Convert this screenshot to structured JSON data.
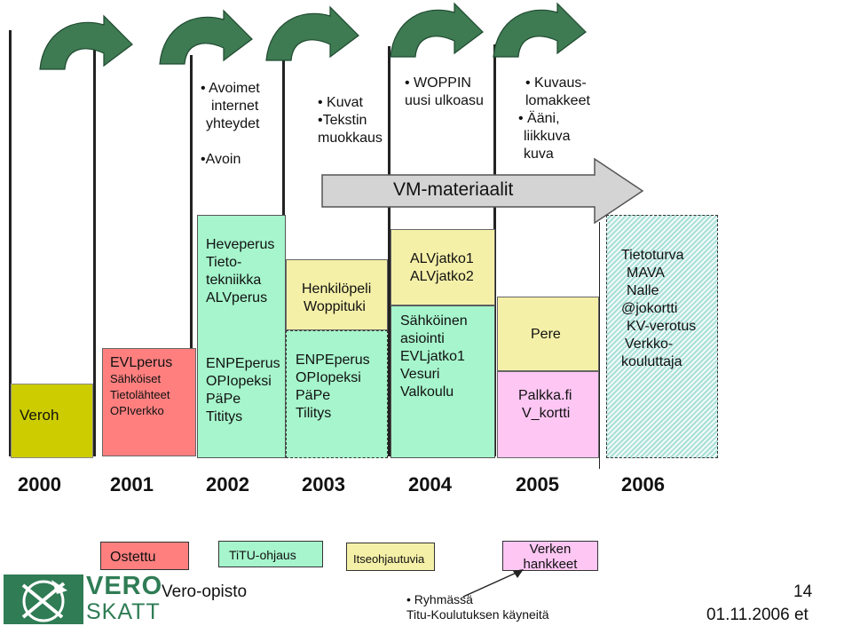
{
  "colors": {
    "yellow": "#cccc00",
    "red": "#ff7f7f",
    "green": "#a6f5cc",
    "light_yellow": "#f5f0a8",
    "pink": "#fdc6f3",
    "cyan_stripe": "#a8e0d8",
    "arrow_green": "#3e7a52",
    "gray_arrow": "#d4d4d4"
  },
  "top_notes": {
    "col2002": [
      "• Avoimet",
      "internet",
      "yhteydet",
      "•Avoin"
    ],
    "col2003": [
      "• Kuvat",
      "•Tekstin",
      "muokkaus"
    ],
    "col2004": [
      "• WOPPIN",
      "uusi ulkoasu"
    ],
    "col2005": [
      "• Kuvaus-",
      "lomakkeet",
      "• Ääni,",
      "liikkuva",
      "kuva"
    ]
  },
  "vm_arrow_label": "VM-materiaalit",
  "columns": {
    "veroh": "Veroh",
    "y2001": [
      "EVLperus",
      "Sähköiset",
      "Tietolähteet",
      "OPIverkko"
    ],
    "y2002_top": [
      "Heveperus",
      "Tieto-",
      "tekniikka",
      "ALVperus"
    ],
    "y2002_bottom": [
      "ENPEperus",
      "OPIopeksi",
      "PäPe",
      "Tititys"
    ],
    "y2003_top": [
      "Henkilöpeli",
      "Woppituki"
    ],
    "y2003_bottom": [
      "ENPEperus",
      "OPIopeksi",
      "PäPe",
      "Tilitys"
    ],
    "y2004_top": [
      "ALVjatko1",
      "ALVjatko2"
    ],
    "y2004_bottom": [
      "Sähköinen",
      "asiointi",
      "EVLjatko1",
      "Vesuri",
      "Valkoulu"
    ],
    "y2005_top": "Pere",
    "y2005_bottom": [
      "Palkka.fi",
      "V_kortti"
    ],
    "y2006": [
      "Tietoturva",
      "MAVA",
      "Nalle",
      "@jokortti",
      "KV-verotus",
      "Verkko-",
      "kouluttaja"
    ]
  },
  "years": [
    "2000",
    "2001",
    "2002",
    "2003",
    "2004",
    "2005",
    "2006"
  ],
  "legend": {
    "ostettu": "Ostettu",
    "titu": "TiTU-ohjaus",
    "itse": "Itseohjautuvia",
    "verken": [
      "Verken",
      "hankkeet"
    ]
  },
  "footer": {
    "logo_top": "VERO",
    "logo_bottom": "SKATT",
    "org": "Vero-opisto",
    "bullet": "• Ryhmässä",
    "subtitle": "Titu-Koulutuksen käyneitä",
    "page": "14",
    "date": "01.11.2006 et"
  }
}
